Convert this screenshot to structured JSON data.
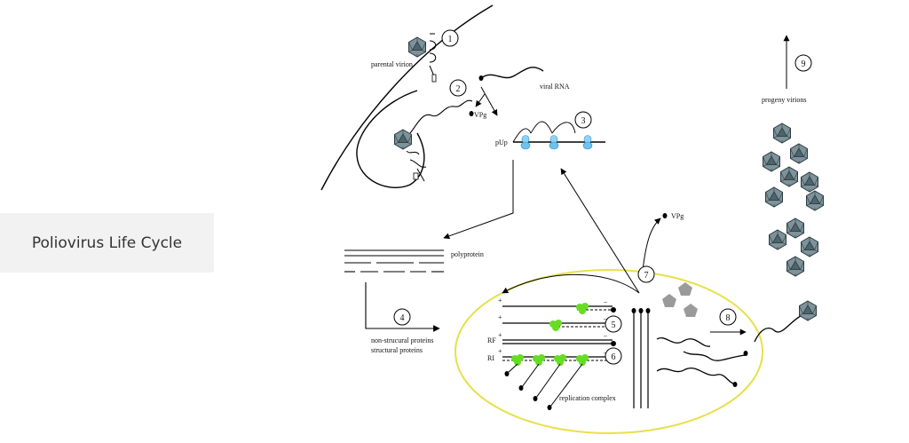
{
  "title": "Poliovirus Life Cycle",
  "labels": {
    "parental_virion": "parental virion",
    "viral_rna": "viral RNA",
    "vpg_top": "VPg",
    "pup": "pUp",
    "polyprotein": "polyprotein",
    "non_structural": "non-strucural proteins",
    "structural": "structural proteins",
    "vpg_right": "VPg",
    "progeny_virions": "progeny virions",
    "replication_complex": "replication complex",
    "plus1": "+",
    "minus1": "–",
    "plus2": "+",
    "minus2": "–",
    "rf": "RF",
    "plus3": "+",
    "minus3": "–",
    "ri": "RI",
    "plus4": "+",
    "minus4": "–"
  },
  "steps": [
    "1",
    "2",
    "3",
    "4",
    "5",
    "6",
    "7",
    "8",
    "9"
  ],
  "colors": {
    "membrane_oval": "#e8e04a",
    "capsid": "#6f8790",
    "polymerase": "#66dd22",
    "ribosome": "#6ec3ee",
    "pentamer": "#9a9a9a"
  },
  "icons": [
    "icosahedral-capsid-icon",
    "pentamer-icon",
    "ribosome-icon",
    "polymerase-icon"
  ]
}
